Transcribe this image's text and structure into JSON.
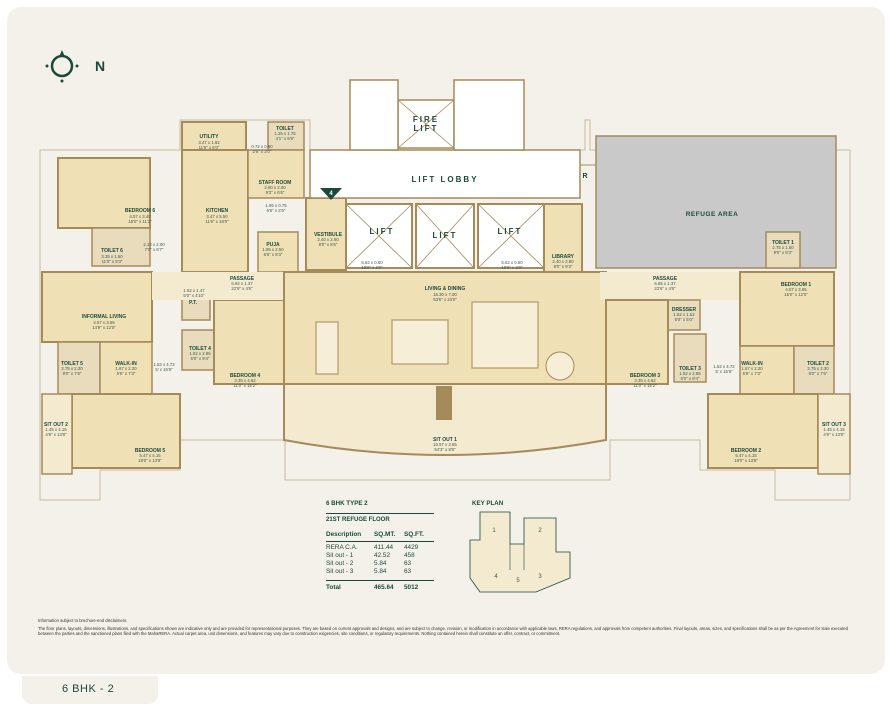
{
  "colors": {
    "wall": "#a58a5a",
    "room": "#efe0b5",
    "room_dark": "#e5d19c",
    "lobby": "#ffffff",
    "refuge": "#c9c9c9",
    "accent": "#1b4a3c",
    "bg": "#f4f1ea"
  },
  "compass": {
    "north_label": "N"
  },
  "unit_tag": "6 BHK - 2",
  "rooms": {
    "utility": {
      "name": "UTILITY",
      "dim1": "3.47 x 1.82",
      "dim2": "11'6\" x 6'0\""
    },
    "toilet_top": {
      "name": "TOILET",
      "dim1": "1.25 x 1.75",
      "dim2": "4'1\" x 5'9\""
    },
    "small_top": {
      "dim1": "0.72 x 0.90",
      "dim2": "2'5\" x 3'0\""
    },
    "staff_room": {
      "name": "STAFF ROOM",
      "dim1": "2.80 x 2.00",
      "dim2": "9'3\" x 6'6\""
    },
    "bedroom6": {
      "name": "BEDROOM 6",
      "dim1": "4.57 x 3.40",
      "dim2": "15'0\" x 11'2\""
    },
    "kitchen": {
      "name": "KITCHEN",
      "dim1": "3.47 x 5.50",
      "dim2": "11'6\" x 18'0\""
    },
    "small_mid": {
      "dim1": "1.95 x 0.75",
      "dim2": "6'6\" x 2'6\""
    },
    "toilet6": {
      "name": "TOILET 6",
      "dim1": "3.35 x 1.60",
      "dim2": "11'0\" x 5'3\""
    },
    "walkin_top": {
      "dim1": "2.12 x 2.00",
      "dim2": "7'0\" x 6'7\""
    },
    "pooja": {
      "name": "PUJA",
      "dim1": "1.95 x 2.50",
      "dim2": "6'6\" x 8'3\""
    },
    "vestibule": {
      "name": "VESTIBULE",
      "dim1": "2.40 x 2.60",
      "dim2": "8'0\" x 8'6\""
    },
    "lift_lobby": {
      "name": "LIFT LOBBY"
    },
    "fire_lift": {
      "name1": "FIRE",
      "name2": "LIFT"
    },
    "refuge": {
      "name": "REFUGE AREA"
    },
    "lift_a": {
      "name": "LIFT",
      "dim1": "5.62 x 0.60",
      "dim2": "18'6\" x 2'0\""
    },
    "lift_b": {
      "name": "LIFT"
    },
    "lift_c": {
      "name": "LIFT",
      "dim1": "5.62 x 0.60",
      "dim2": "18'6\" x 2'0\""
    },
    "library": {
      "name": "LIBRARY",
      "dim1": "2.40 x 2.80",
      "dim2": "8'0\" x 9'3\""
    },
    "toilet1": {
      "name": "TOILET 1",
      "dim1": "2.75 x 1.60",
      "dim2": "9'0\" x 5'3\""
    },
    "passage_l": {
      "name": "PASSAGE",
      "dim1": "6.92 x 1.37",
      "dim2": "22'9\" x 4'6\""
    },
    "passage_r": {
      "name": "PASSAGE",
      "dim1": "6.85 x 1.37",
      "dim2": "22'6\" x 4'6\""
    },
    "bedroom1": {
      "name": "BEDROOM 1",
      "dim1": "4.57 x 3.65",
      "dim2": "15'0\" x 12'0\""
    },
    "informal": {
      "name": "INFORMAL LIVING",
      "dim1": "4.57 x 3.65",
      "dim2": "14'9\" x 12'0\""
    },
    "pt": {
      "name": "P.T.",
      "dim1": "1.52 x 1.47",
      "dim2": "5'0\" x 4'10\""
    },
    "living": {
      "name": "LIVING & DINING",
      "dim1": "16.30 x 7.00",
      "dim2": "53'6\" x 23'0\""
    },
    "dresser": {
      "name": "DRESSER",
      "dim1": "1.52 x 1.52",
      "dim2": "5'0\" x 5'0\""
    },
    "toilet4": {
      "name": "TOILET 4",
      "dim1": "1.52 x 2.85",
      "dim2": "5'0\" x 9'4\""
    },
    "bedroom4": {
      "name": "BEDROOM 4",
      "dim1": "3.35 x 4.62",
      "dim2": "11'0\" x 15'2\""
    },
    "bedroom3": {
      "name": "BEDROOM 3",
      "dim1": "3.35 x 4.62",
      "dim2": "11'0\" x 15'2\""
    },
    "toilet3": {
      "name": "TOILET 3",
      "dim1": "1.52 x 2.85",
      "dim2": "5'0\" x 9'4\""
    },
    "toilet5": {
      "name": "TOILET 5",
      "dim1": "2.75 x 2.30",
      "dim2": "9'0\" x 7'6\""
    },
    "walkin_l": {
      "name": "WALK-IN",
      "dim1": "1.67 x 2.20",
      "dim2": "5'6\" x 7'3\""
    },
    "walkin_l2": {
      "dim1": "1.52 x 4.72",
      "dim2": "5' x 15'6\""
    },
    "walkin_r": {
      "name": "WALK-IN",
      "dim1": "1.67 x 2.20",
      "dim2": "5'6\" x 7'3\""
    },
    "walkin_r2": {
      "dim1": "1.52 x 4.72",
      "dim2": "5' x 15'6\""
    },
    "toilet2": {
      "name": "TOILET 2",
      "dim1": "2.75 x 2.30",
      "dim2": "9'0\" x 7'6\""
    },
    "sitout2": {
      "name": "SIT OUT 2",
      "dim1": "1.45 x 4.15",
      "dim2": "4'9\" x 13'8\""
    },
    "bedroom5": {
      "name": "BEDROOM 5",
      "dim1": "5.47 x 4.15",
      "dim2": "18'0\" x 13'8\""
    },
    "sitout1": {
      "name": "SIT OUT 1",
      "dim1": "16.57 x 2.65",
      "dim2": "54'3\" x 8'8\""
    },
    "bedroom2": {
      "name": "BEDROOM 2",
      "dim1": "5.47 x 4.15",
      "dim2": "18'0\" x 13'8\""
    },
    "sitout3": {
      "name": "SIT OUT 3",
      "dim1": "1.45 x 4.15",
      "dim2": "4'9\" x 13'8\""
    }
  },
  "markers": {
    "section": "4",
    "refuge_r": "R"
  },
  "area_table": {
    "title": "6 BHK TYPE 2",
    "floor": "21ST REFUGE FLOOR",
    "headers": [
      "Description",
      "SQ.MT.",
      "SQ.FT."
    ],
    "rows": [
      [
        "RERA C.A.",
        "411.44",
        "4429"
      ],
      [
        "Sit out - 1",
        "42.52",
        "458"
      ],
      [
        "Sit out - 2",
        "5.84",
        "63"
      ],
      [
        "Sit out - 3",
        "5.84",
        "63"
      ]
    ],
    "total": [
      "Total",
      "465.64",
      "5012"
    ]
  },
  "key_plan": {
    "title": "KEY PLAN",
    "labels": [
      "1",
      "2",
      "3",
      "4",
      "5"
    ]
  },
  "notes": {
    "line1": "Information subject to brochure-end disclaimers.",
    "line2": "The floor plans, layouts, dimensions, illustrations, and specifications shown are indicative only and are provided for representational purposes. They are based on current approvals and designs, and are subject to change, revision, or modification in accordance with applicable laws, RERA regulations, and approvals from competent authorities. Final layouts, areas, sizes, and specifications shall be as per the Agreement for Sale executed between the parties and the sanctioned plans filed with the MahaRERA. Actual carpet area, unit dimensions, and features may vary due to construction exigencies, site conditions, or regulatory requirements. Nothing contained herein shall constitute an offer, contract, or commitment."
  }
}
